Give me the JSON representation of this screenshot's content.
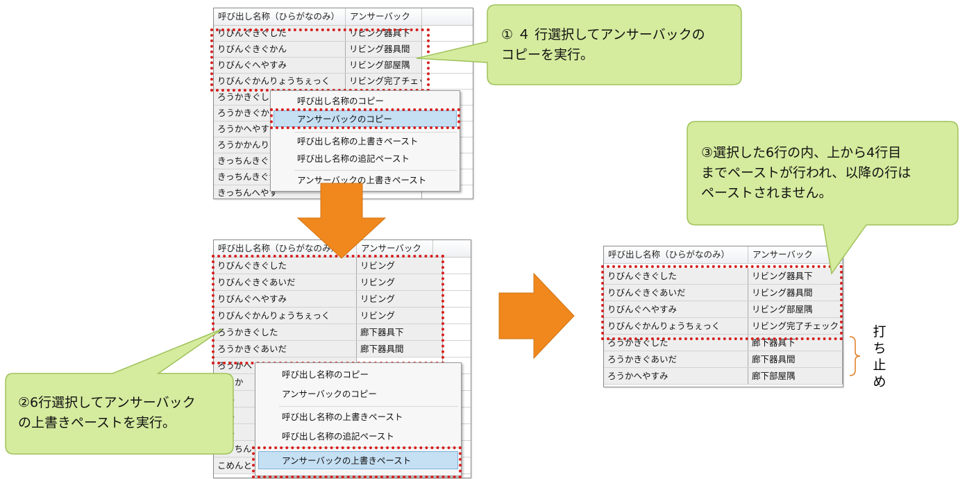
{
  "colors": {
    "callout_fill": "#d5eb9e",
    "callout_stroke": "#9ec25a",
    "arrow_orange": "#f0881e",
    "highlight_red": "#d62020",
    "menu_highlight": "#c5dff3",
    "brace": "#e07b20"
  },
  "grid1": {
    "headers": [
      "呼び出し名称（ひらがなのみ）",
      "アンサーバック"
    ],
    "rows": [
      [
        "りびんぐきぐした",
        "リビング器具下"
      ],
      [
        "りびんぐきぐかん",
        "リビング器具間"
      ],
      [
        "りびんぐへやすみ",
        "リビング部屋隅"
      ],
      [
        "りびんぐかんりょうちぇっく",
        "リビング完了チェック"
      ],
      [
        "ろうかきぐした",
        ""
      ],
      [
        "ろうかきぐかん",
        ""
      ],
      [
        "ろうかへやすみ",
        ""
      ],
      [
        "ろうかかんりょ",
        ""
      ],
      [
        "きっちんきぐし",
        ""
      ],
      [
        "きっちんきぐか",
        ""
      ],
      [
        "きっちんへやす",
        ""
      ]
    ],
    "menu": [
      "呼び出し名称のコピー",
      "アンサーバックのコピー",
      "呼び出し名称の上書きペースト",
      "呼び出し名称の追記ペースト",
      "アンサーバックの上書きペースト"
    ]
  },
  "grid2": {
    "headers": [
      "呼び出し名称（ひらがなのみ）",
      "アンサーバック"
    ],
    "rows": [
      [
        "りびんぐきぐした",
        "リビング"
      ],
      [
        "りびんぐきぐあいだ",
        "リビング"
      ],
      [
        "りびんぐへやすみ",
        "リビング"
      ],
      [
        "りびんぐかんりょうちぇっく",
        "リビング"
      ],
      [
        "ろうかきぐした",
        "廊下器具下"
      ],
      [
        "ろうかきぐあいだ",
        "廊下器具間"
      ],
      [
        "ろうかへ",
        ""
      ],
      [
        "ろうか",
        ""
      ],
      [
        "ちん",
        ""
      ],
      [
        "ちん",
        ""
      ],
      [
        "ちん",
        ""
      ],
      [
        "きっちん",
        ""
      ],
      [
        "こめんと",
        ""
      ]
    ],
    "menu": [
      "呼び出し名称のコピー",
      "アンサーバックのコピー",
      "呼び出し名称の上書きペースト",
      "呼び出し名称の追記ペースト",
      "アンサーバックの上書きペースト"
    ]
  },
  "grid3": {
    "headers": [
      "呼び出し名称（ひらがなのみ）",
      "アンサーバック"
    ],
    "rows": [
      [
        "りびんぐきぐした",
        "リビング器具下"
      ],
      [
        "りびんぐきぐあいだ",
        "リビング器具間"
      ],
      [
        "りびんぐへやすみ",
        "リビング部屋隅"
      ],
      [
        "りびんぐかんりょうちぇっく",
        "リビング完了チェック"
      ],
      [
        "ろうかきぐした",
        "廊下器具下"
      ],
      [
        "ろうかきぐあいだ",
        "廊下器具間"
      ],
      [
        "ろうかへやすみ",
        "廊下部屋隅"
      ]
    ]
  },
  "callouts": {
    "c1": [
      "① ４ 行選択してアンサーバックの",
      "コピーを実行。"
    ],
    "c2": [
      "②6行選択してアンサーバック",
      "の上書きペーストを実行。"
    ],
    "c3": [
      "③選択した6行の内、上から4行目",
      "までペーストが行われ、以降の行は",
      "ペーストされません。"
    ]
  },
  "brace_label": [
    "打",
    "ち",
    "止",
    "め"
  ]
}
